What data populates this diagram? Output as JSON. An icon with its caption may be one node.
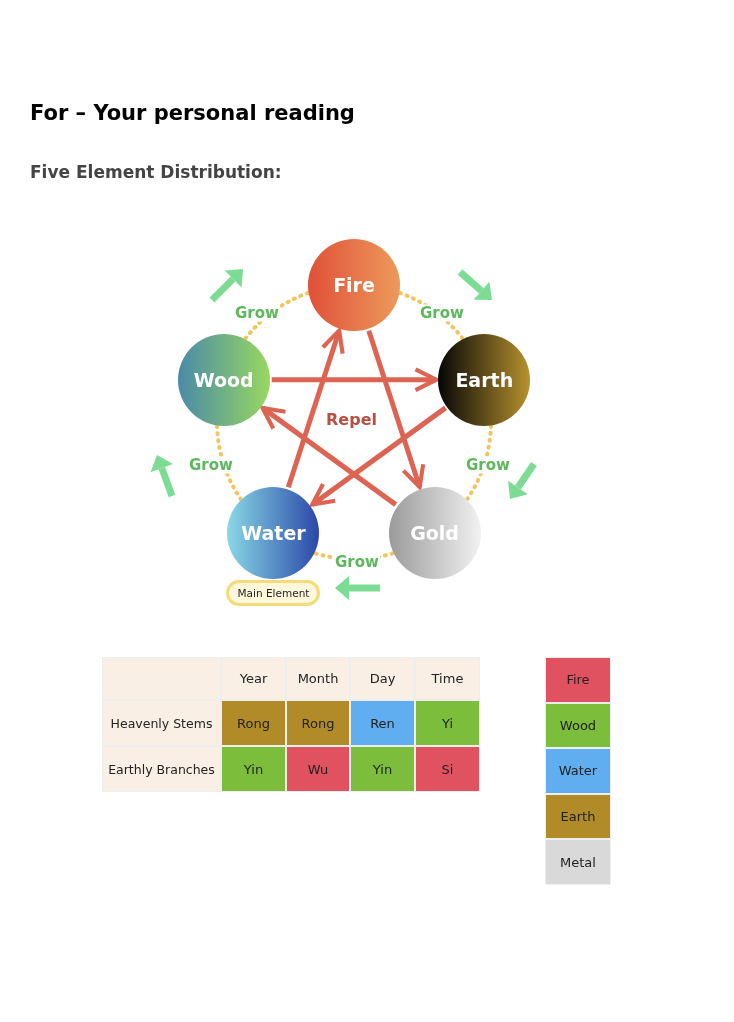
{
  "diagram": {
    "title": "For – Your personal reading",
    "caption": "Five Element Distribution:",
    "nodes": [
      {
        "text": [
          "Fire"
        ]
      },
      {
        "text": [
          "Earth"
        ]
      },
      {
        "text": [
          "Gold"
        ]
      },
      {
        "text": [
          "Water"
        ],
        "beside": [
          "Main Element"
        ]
      },
      {
        "text": [
          "Wood"
        ]
      }
    ],
    "edges": [
      {
        "from": 0,
        "to": 1,
        "arrow": "none",
        "label": "Grow",
        "style": "dashed",
        "color": "#f2c45a"
      },
      {
        "from": 1,
        "to": 2,
        "arrow": "none",
        "label": "Grow",
        "style": "dashed",
        "color": "#f2c45a"
      },
      {
        "from": 2,
        "to": 3,
        "arrow": "none",
        "label": "Grow",
        "style": "dashed",
        "color": "#f2c45a"
      },
      {
        "from": 3,
        "to": 4,
        "arrow": "none",
        "label": "Grow",
        "style": "dashed",
        "color": "#f2c45a"
      },
      {
        "from": 4,
        "to": 0,
        "arrow": "none",
        "label": "Grow",
        "style": "dashed",
        "color": "#f2c45a"
      },
      {
        "from": 4,
        "to": 1,
        "arrow": "to",
        "color": "#dd6452"
      },
      {
        "from": 0,
        "to": 2,
        "arrow": "to",
        "color": "#dd6452"
      },
      {
        "from": 1,
        "to": 3,
        "arrow": "to",
        "color": "#dd6452"
      },
      {
        "from": 2,
        "to": 4,
        "arrow": "to",
        "color": "#dd6452"
      },
      {
        "from": 3,
        "to": 0,
        "arrow": "to",
        "color": "#dd6452"
      }
    ],
    "labels": [
      "Repel",
      "Year",
      "Month",
      "Day",
      "Time",
      "Heavenly Stems",
      "Rong",
      "Rong",
      "Ren",
      "Yi",
      "Earthly Branches",
      "Yin",
      "Wu",
      "Yin",
      "Si"
    ],
    "legend": [
      {
        "text": "Fire",
        "color": "#e05260"
      },
      {
        "text": "Wood",
        "color": "#7cbd3b"
      },
      {
        "text": "Water",
        "color": "#60aef0"
      },
      {
        "text": "Earth",
        "color": "#b08b28"
      },
      {
        "text": "Metal",
        "color": "#d9d9d9"
      }
    ]
  }
}
